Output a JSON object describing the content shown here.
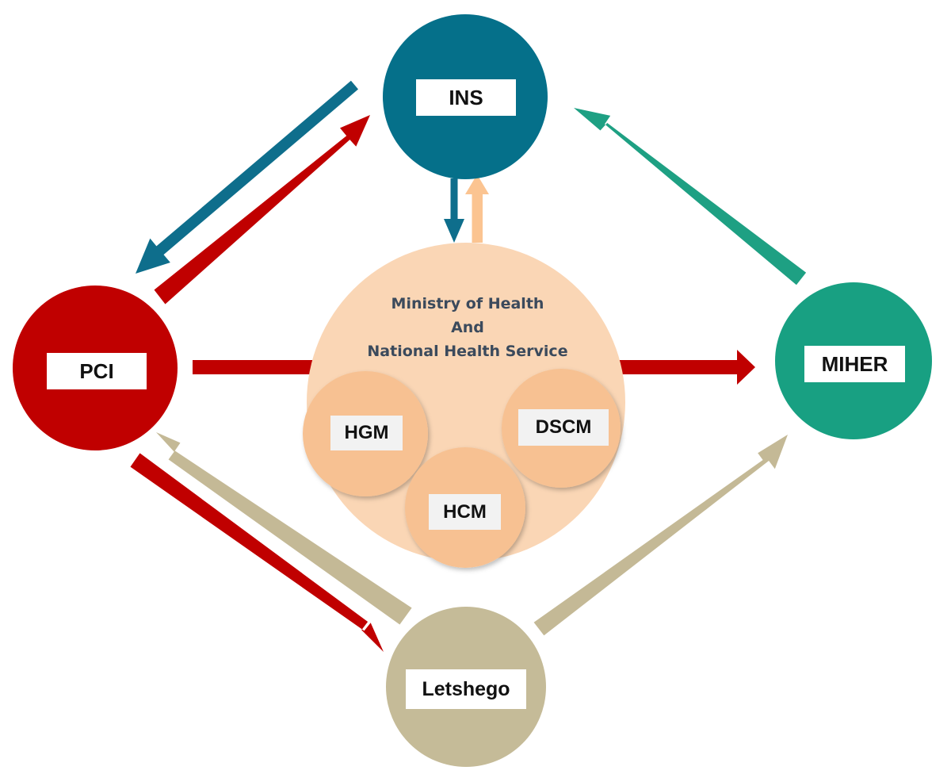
{
  "nodes": {
    "ins": {
      "label": "INS",
      "color": "#05708a"
    },
    "pci": {
      "label": "PCI",
      "color": "#c00000"
    },
    "miher": {
      "label": "MIHER",
      "color": "#18a082"
    },
    "letshego": {
      "label": "Letshego",
      "color": "#c5bb98"
    },
    "ministry": {
      "title_lines": [
        "Ministry of Health",
        "And",
        "National Health Service"
      ],
      "color": "#fad6b5",
      "members": [
        "HGM",
        "HCM",
        "DSCM"
      ],
      "member_color": "#f7c192"
    }
  },
  "arrows": [
    {
      "from": "INS",
      "to": "PCI",
      "color": "#0e6e8c"
    },
    {
      "from": "PCI",
      "to": "INS",
      "color": "#c00000"
    },
    {
      "from": "MIHER",
      "to": "INS",
      "color": "#1ea083"
    },
    {
      "from": "INS",
      "to": "Ministry of Health",
      "color": "#0e6e8c"
    },
    {
      "from": "Ministry of Health",
      "to": "INS",
      "color": "#fbc491"
    },
    {
      "from": "PCI",
      "to": "MIHER",
      "color": "#c00000"
    },
    {
      "from": "PCI",
      "to": "Letshego",
      "color": "#c00000"
    },
    {
      "from": "Letshego",
      "to": "PCI",
      "color": "#c4b996"
    },
    {
      "from": "Letshego",
      "to": "MIHER",
      "color": "#c4b996"
    }
  ]
}
